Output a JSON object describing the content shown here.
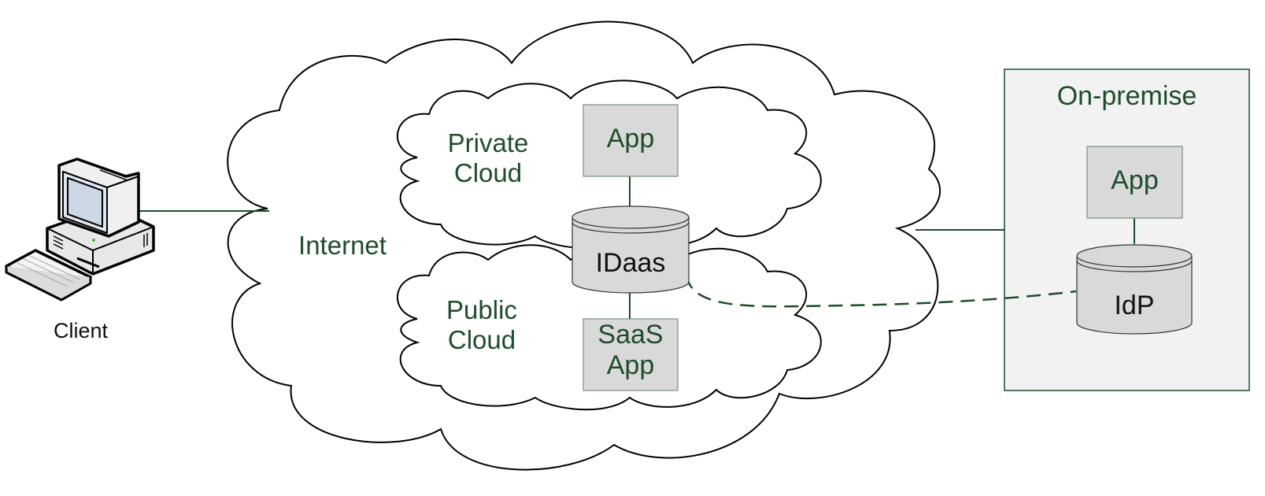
{
  "client": {
    "label": "Client",
    "icon": "desktop-computer-icon"
  },
  "internet": {
    "label": "Internet"
  },
  "private_cloud": {
    "label_line1": "Private",
    "label_line2": "Cloud",
    "app_label": "App"
  },
  "public_cloud": {
    "label_line1": "Public",
    "label_line2": "Cloud",
    "saas_line1": "SaaS",
    "saas_line2": "App"
  },
  "idaas": {
    "label": "IDaas"
  },
  "on_premise": {
    "title": "On-premise",
    "app_label": "App",
    "idp_label": "IdP"
  },
  "colors": {
    "accent_green": "#1e4d2b",
    "box_fill": "#d9d9d9",
    "panel_fill": "#f2f2f2",
    "outline": "#000000"
  }
}
